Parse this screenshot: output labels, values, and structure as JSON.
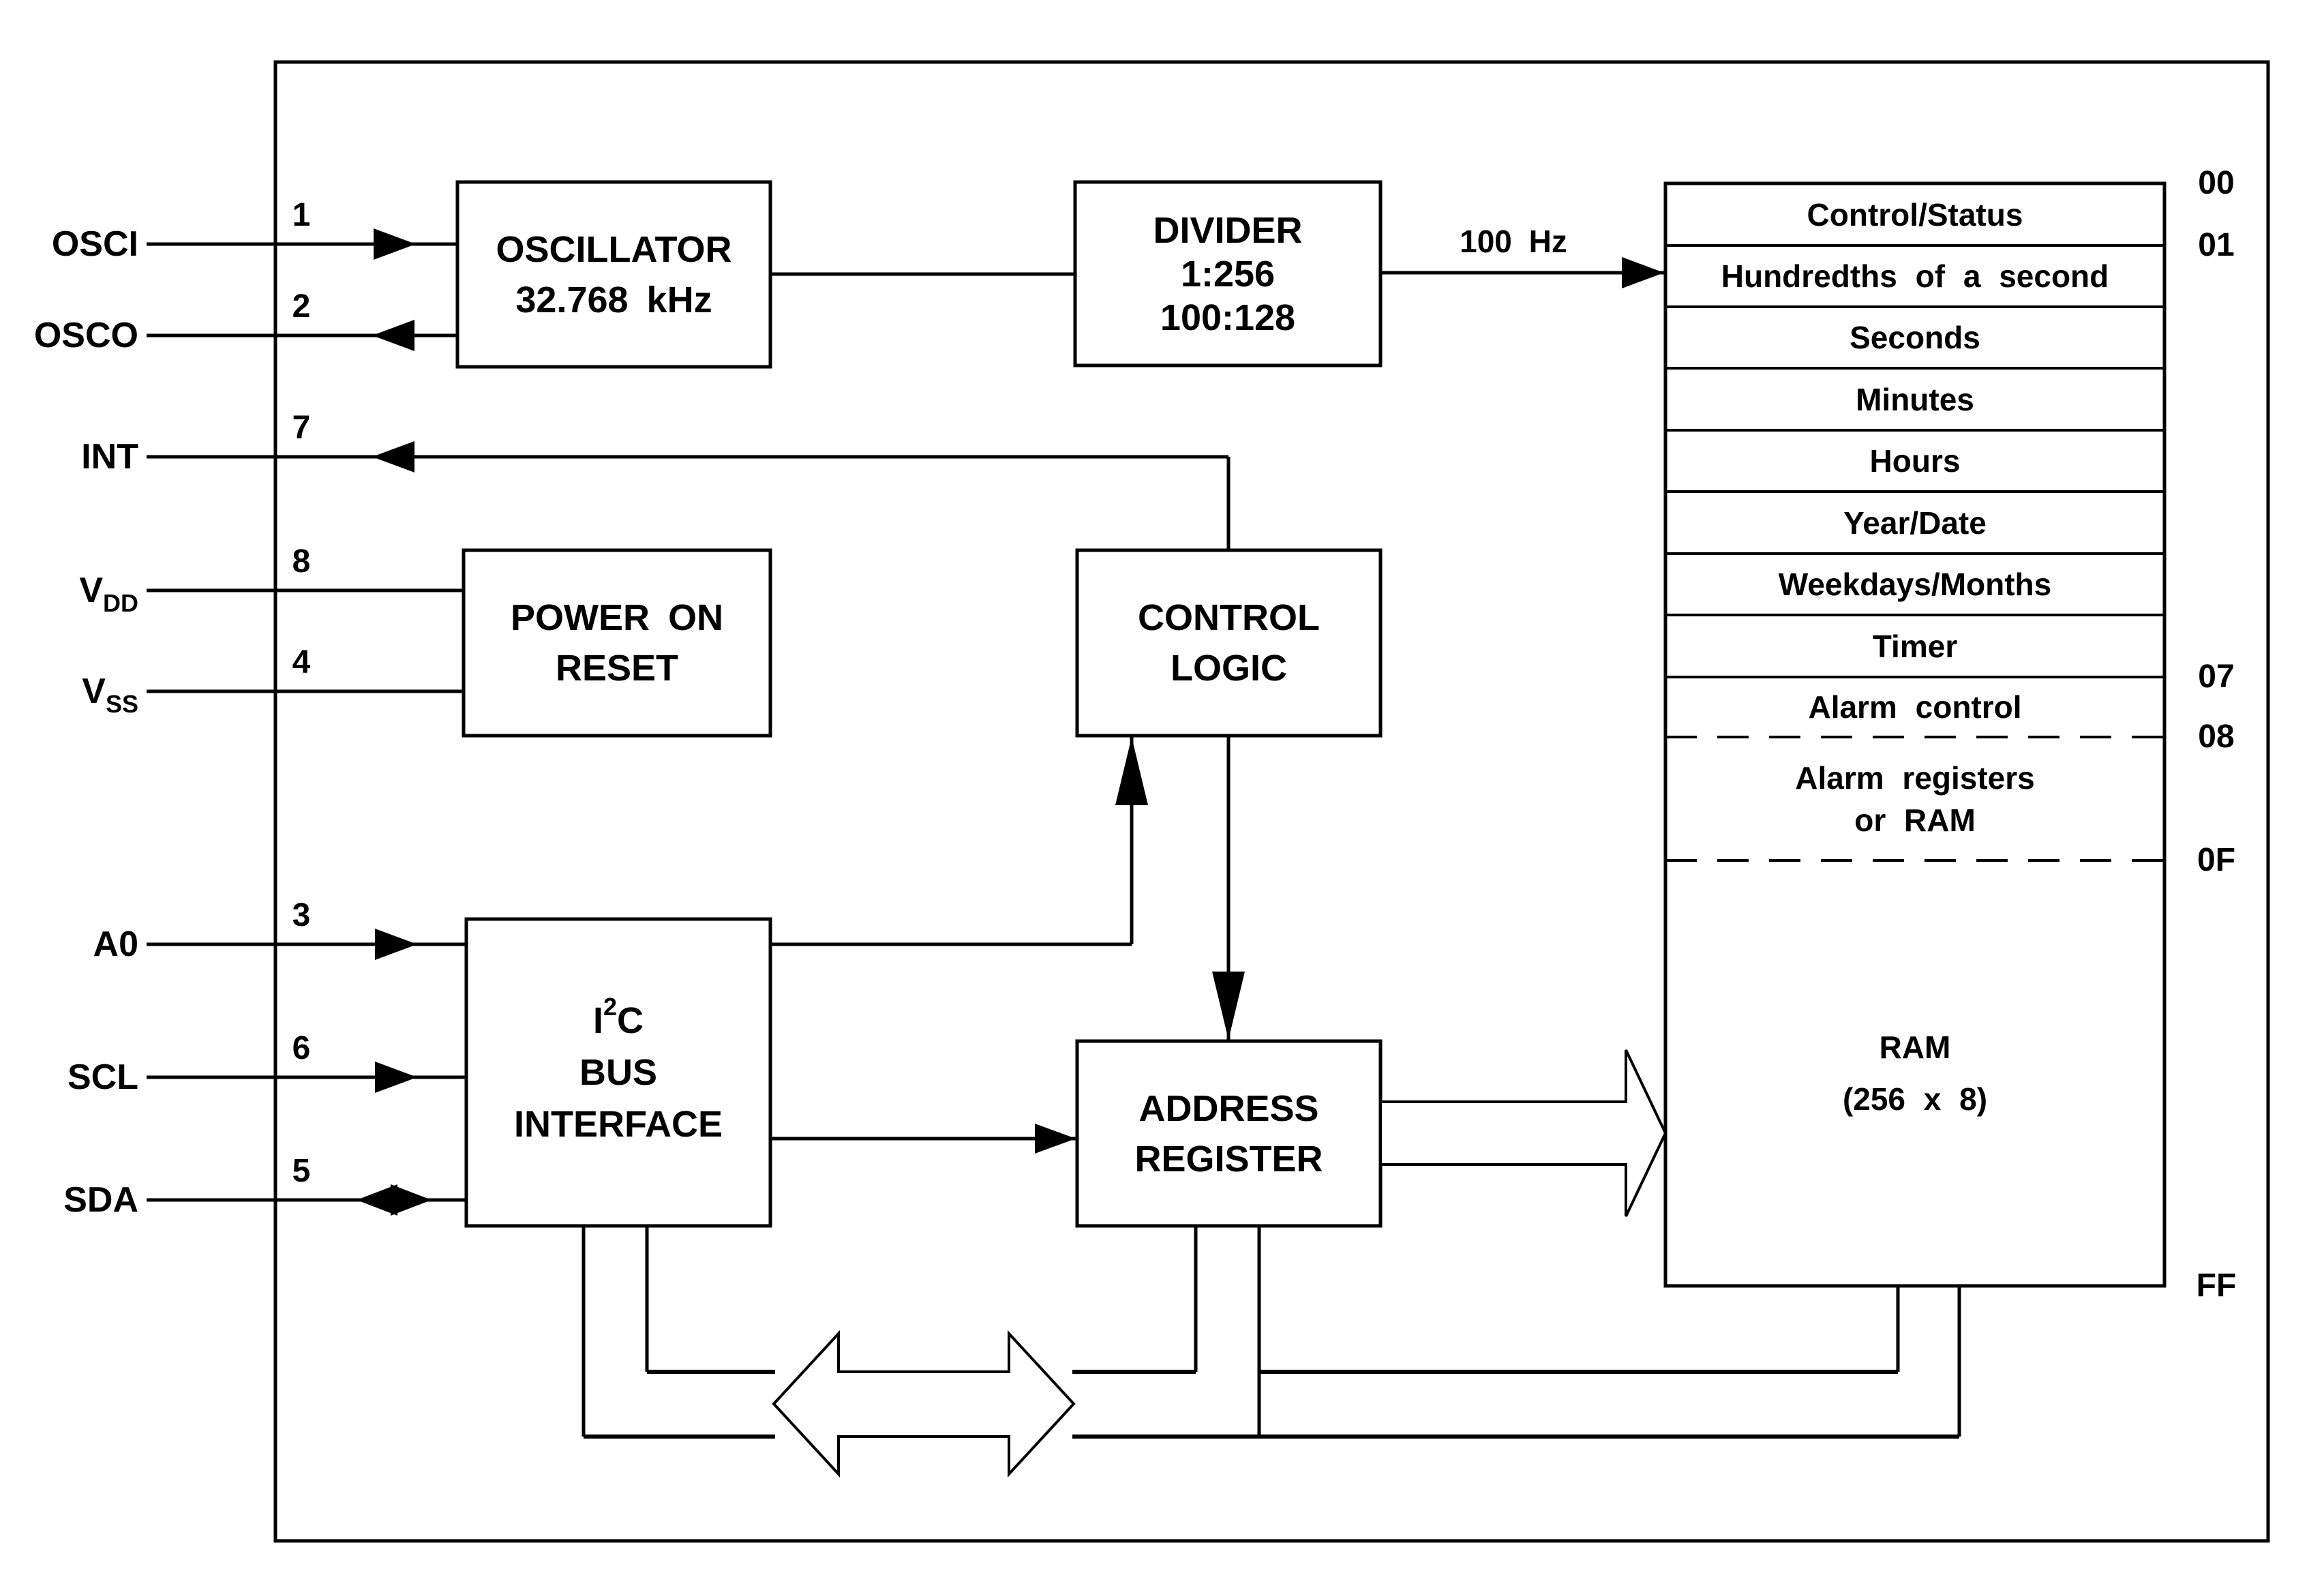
{
  "blocks": {
    "oscillator": {
      "title": "OSCILLATOR",
      "subtitle": "32.768 kHz"
    },
    "divider": {
      "title": "DIVIDER",
      "ratio1": "1:256",
      "ratio2": "100:128"
    },
    "power_on_reset": {
      "line1": "POWER ON",
      "line2": "RESET"
    },
    "control_logic": {
      "line1": "CONTROL",
      "line2": "LOGIC"
    },
    "i2c_interface": {
      "base": "I",
      "sup": "2",
      "rest": "C",
      "line2": "BUS",
      "line3": "INTERFACE"
    },
    "address_register": {
      "line1": "ADDRESS",
      "line2": "REGISTER"
    },
    "ram": {
      "line1": "RAM",
      "line2": "(256 x 8)"
    }
  },
  "pins": [
    {
      "label": "OSCI",
      "number": "1"
    },
    {
      "label": "OSCO",
      "number": "2"
    },
    {
      "label": "INT",
      "number": "7"
    },
    {
      "label": "V",
      "sub": "DD",
      "number": "8"
    },
    {
      "label": "V",
      "sub": "SS",
      "number": "4"
    },
    {
      "label": "A0",
      "number": "3"
    },
    {
      "label": "SCL",
      "number": "6"
    },
    {
      "label": "SDA",
      "number": "5"
    }
  ],
  "signals": {
    "divider_output": "100 Hz"
  },
  "register_map": {
    "rows": [
      "Control/Status",
      "Hundredths of a second",
      "Seconds",
      "Minutes",
      "Hours",
      "Year/Date",
      "Weekdays/Months",
      "Timer",
      "Alarm control"
    ],
    "alarm_block": {
      "line1": "Alarm registers",
      "line2": "or RAM"
    },
    "addresses": {
      "a00": "00",
      "a01": "01",
      "a07": "07",
      "a08": "08",
      "a0f": "0F",
      "aff": "FF"
    }
  },
  "colors": {
    "line": "#000000",
    "background": "#ffffff"
  }
}
